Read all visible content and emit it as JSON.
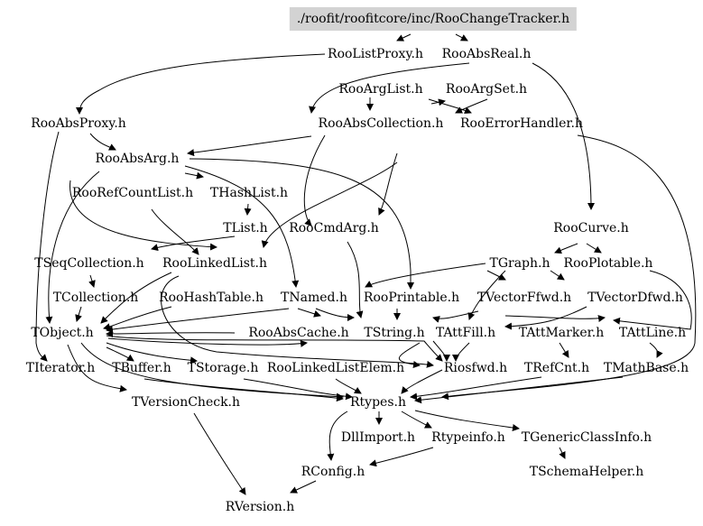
{
  "root_node": "./roofit/roofitcore/inc/RooChangeTracker.h",
  "nodes": {
    "RooListProxy": "RooListProxy.h",
    "RooAbsReal": "RooAbsReal.h",
    "RooArgList": "RooArgList.h",
    "RooArgSet": "RooArgSet.h",
    "RooAbsProxy": "RooAbsProxy.h",
    "RooAbsCollection": "RooAbsCollection.h",
    "RooErrorHandler": "RooErrorHandler.h",
    "RooAbsArg": "RooAbsArg.h",
    "RooRefCountList": "RooRefCountList.h",
    "THashList": "THashList.h",
    "TList": "TList.h",
    "RooCmdArg": "RooCmdArg.h",
    "RooCurve": "RooCurve.h",
    "TSeqCollection": "TSeqCollection.h",
    "RooLinkedList": "RooLinkedList.h",
    "TGraph": "TGraph.h",
    "RooPlotable": "RooPlotable.h",
    "TCollection": "TCollection.h",
    "RooHashTable": "RooHashTable.h",
    "TNamed": "TNamed.h",
    "RooPrintable": "RooPrintable.h",
    "TVectorFfwd": "TVectorFfwd.h",
    "TVectorDfwd": "TVectorDfwd.h",
    "TObject": "TObject.h",
    "RooAbsCache": "RooAbsCache.h",
    "TString": "TString.h",
    "TAttFill": "TAttFill.h",
    "TAttMarker": "TAttMarker.h",
    "TAttLine": "TAttLine.h",
    "TIterator": "TIterator.h",
    "TBuffer": "TBuffer.h",
    "TStorage": "TStorage.h",
    "RooLinkedListElem": "RooLinkedListElem.h",
    "Riosfwd": "Riosfwd.h",
    "TRefCnt": "TRefCnt.h",
    "TMathBase": "TMathBase.h",
    "TVersionCheck": "TVersionCheck.h",
    "Rtypes": "Rtypes.h",
    "DllImport": "DllImport.h",
    "Rtypeinfo": "Rtypeinfo.h",
    "TGenericClassInfo": "TGenericClassInfo.h",
    "RConfig": "RConfig.h",
    "TSchemaHelper": "TSchemaHelper.h",
    "RVersion": "RVersion.h"
  },
  "colors": {
    "root_fill": "#d3d3d3",
    "edge": "#000000",
    "text": "#000000"
  }
}
